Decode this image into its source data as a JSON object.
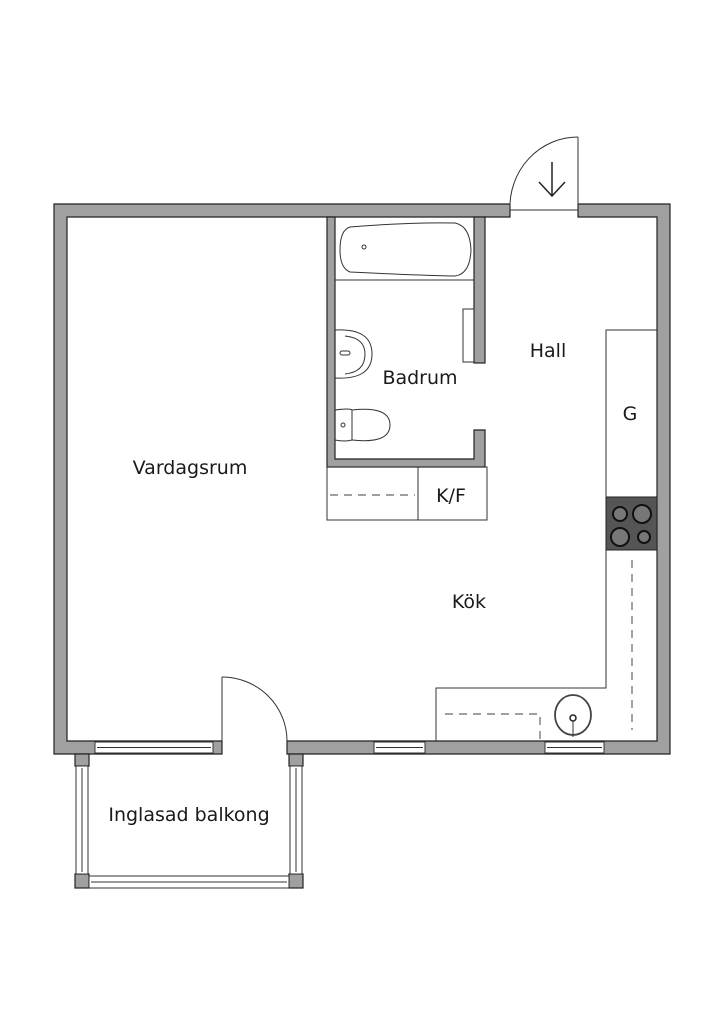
{
  "plan": {
    "rooms": {
      "living": "Vardagsrum",
      "bath": "Badrum",
      "hall": "Hall",
      "wardrobe": "G",
      "fridge": "K/F",
      "kitchen": "Kök",
      "balcony": "Inglasad balkong"
    },
    "colors": {
      "wall": "#a0a0a0",
      "stove": "#555555"
    }
  }
}
